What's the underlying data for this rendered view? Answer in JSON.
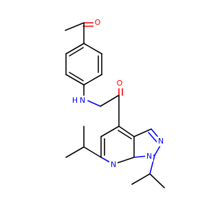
{
  "structure": {
    "atom_labels": {
      "carbonyl_oxygen_ketone": "O",
      "amide_nitrogen": "N",
      "amide_hydrogen": "H",
      "amide_oxygen": "O",
      "pyrazole_n2": "N",
      "pyrazole_n1": "N",
      "pyridine_n": "N"
    }
  },
  "colors": {
    "nitrogen": "#0000ff",
    "oxygen": "#ff0000",
    "carbon_bond": "#000000",
    "background": "#ffffff"
  }
}
